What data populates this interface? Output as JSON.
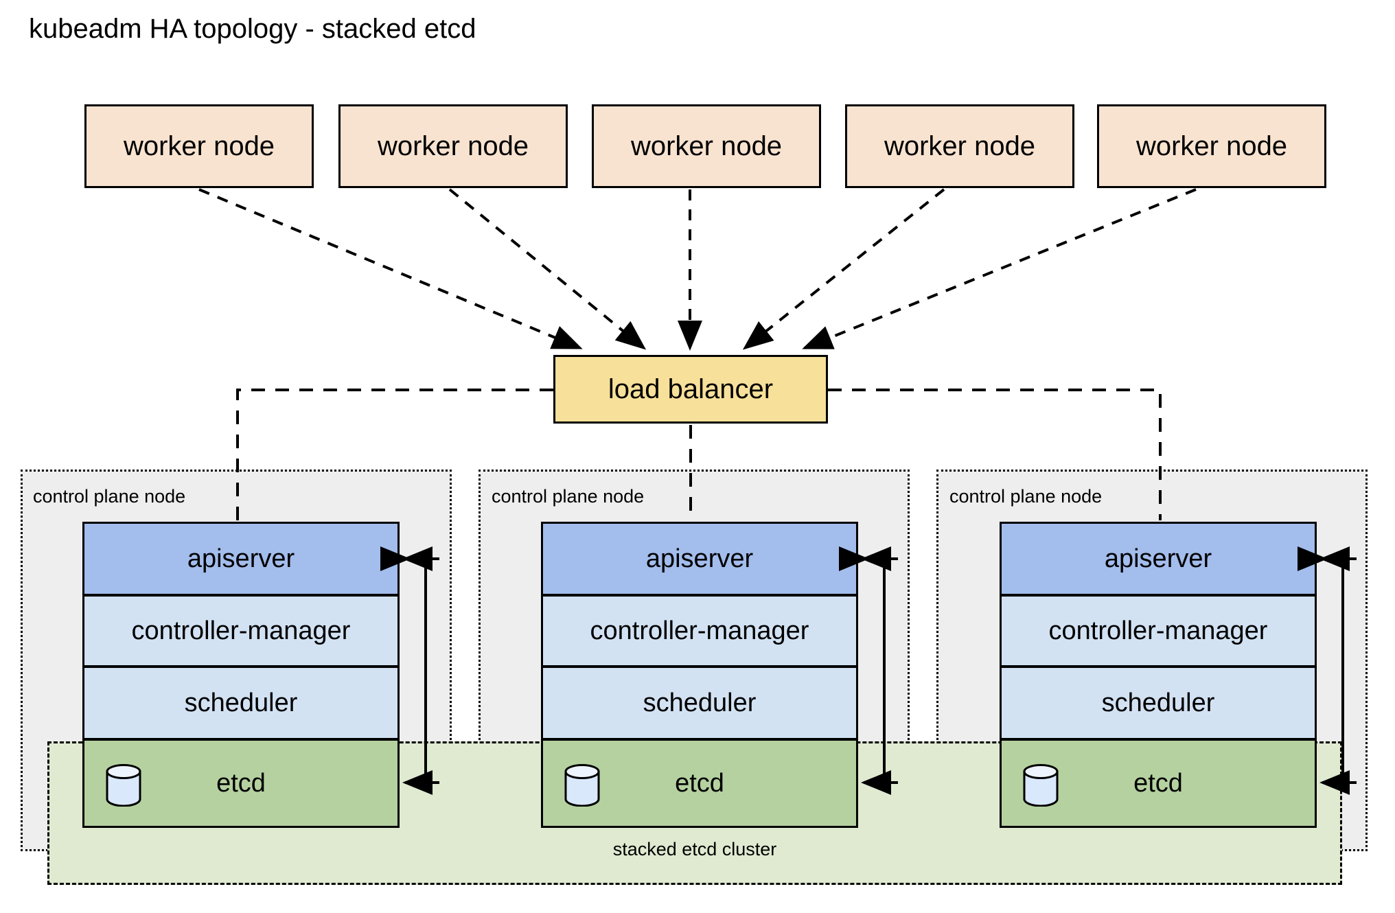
{
  "diagram": {
    "title": "kubeadm HA topology - stacked etcd",
    "worker_nodes": [
      {
        "label": "worker node"
      },
      {
        "label": "worker node"
      },
      {
        "label": "worker node"
      },
      {
        "label": "worker node"
      },
      {
        "label": "worker node"
      }
    ],
    "load_balancer": {
      "label": "load balancer"
    },
    "control_planes": [
      {
        "label": "control plane node",
        "components": [
          {
            "label": "apiserver"
          },
          {
            "label": "controller-manager"
          },
          {
            "label": "scheduler"
          },
          {
            "label": "etcd",
            "icon": "database-cylinder-icon"
          }
        ]
      },
      {
        "label": "control plane node",
        "components": [
          {
            "label": "apiserver"
          },
          {
            "label": "controller-manager"
          },
          {
            "label": "scheduler"
          },
          {
            "label": "etcd",
            "icon": "database-cylinder-icon"
          }
        ]
      },
      {
        "label": "control plane node",
        "components": [
          {
            "label": "apiserver"
          },
          {
            "label": "controller-manager"
          },
          {
            "label": "scheduler"
          },
          {
            "label": "etcd",
            "icon": "database-cylinder-icon"
          }
        ]
      }
    ],
    "etcd_cluster": {
      "label": "stacked etcd cluster"
    },
    "colors": {
      "worker_fill": "#f8e3d0",
      "load_balancer_fill": "#f7e09a",
      "apiserver_fill": "#a3bdec",
      "component_fill": "#d2e2f3",
      "etcd_fill": "#b5d1a0",
      "etcd_cluster_fill": "#dfead1",
      "control_plane_fill": "#eeeeee",
      "cylinder_fill": "#dae8fc",
      "stroke": "#000000",
      "background": "#ffffff"
    }
  }
}
